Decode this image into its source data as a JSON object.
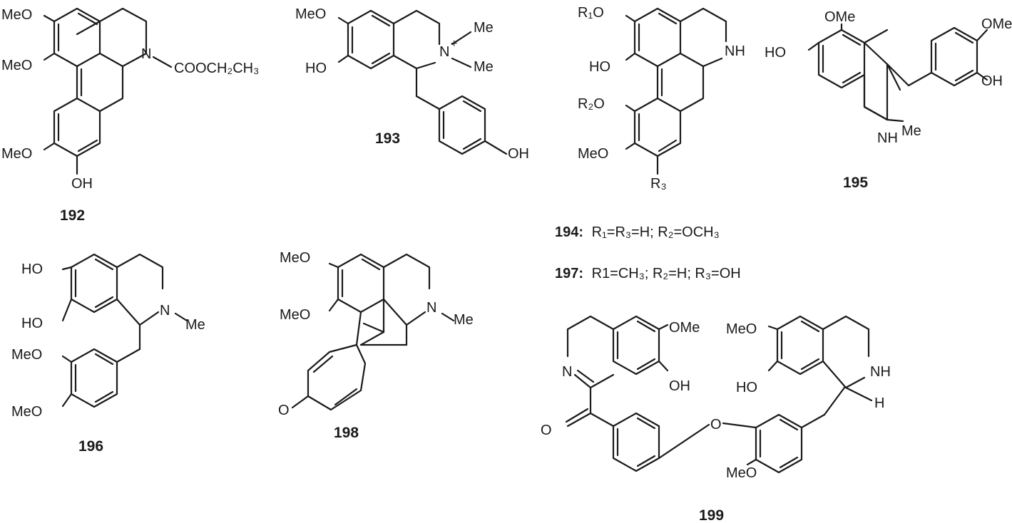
{
  "compounds": [
    {
      "id": "192",
      "label": "192",
      "groups": {
        "ome_a": "MeO",
        "ome_b": "MeO",
        "ome_c": "MeO",
        "oh": "OH",
        "n": "N",
        "ester": "COOCH₂CH₃"
      }
    },
    {
      "id": "193",
      "label": "193",
      "groups": {
        "ome": "MeO",
        "ho": "HO",
        "n": "N",
        "plus": "+",
        "me_a": "Me",
        "me_b": "Me",
        "oh": "OH"
      }
    },
    {
      "id": "194",
      "label": "",
      "groups": {
        "r1o": "R₁O",
        "ho": "HO",
        "r2o": "R₂O",
        "ome": "MeO",
        "r3": "R₃",
        "nh": "NH"
      }
    },
    {
      "id": "195",
      "label": "195",
      "groups": {
        "ome_a": "OMe",
        "ho": "HO",
        "ome_b": "OMe",
        "oh": "OH",
        "nh": "NH",
        "me": "Me"
      }
    },
    {
      "id": "196",
      "label": "196",
      "groups": {
        "ho_a": "HO",
        "ho_b": "HO",
        "n": "N",
        "me": "Me",
        "ome_a": "MeO",
        "ome_b": "MeO"
      }
    },
    {
      "id": "198",
      "label": "198",
      "groups": {
        "ome_a": "MeO",
        "ome_b": "MeO",
        "n": "N",
        "me": "Me",
        "o": "O"
      }
    },
    {
      "id": "199",
      "label": "199",
      "groups": {
        "ome_a": "OMe",
        "oh": "OH",
        "n": "N",
        "o_carbonyl": "O",
        "o_ether": "O",
        "ome_b": "MeO",
        "ho": "HO",
        "nh": "NH",
        "h": "H",
        "ome_c": "MeO"
      }
    }
  ],
  "definitions": [
    {
      "id": "194",
      "label": "194:",
      "text": "R₁=R₃=H; R₂=OCH₃"
    },
    {
      "id": "197",
      "label": "197:",
      "text": "R1=CH₃; R₂=H; R₃=OH"
    }
  ]
}
